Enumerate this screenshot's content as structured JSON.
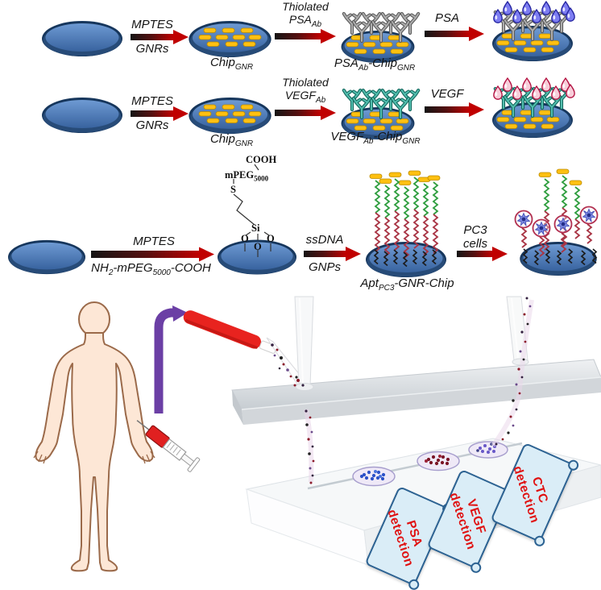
{
  "colors": {
    "chip_fill": "#38639f",
    "chip_edge": "#16365c",
    "gnr_gold": "#fec011",
    "arrow_red": "#c00000",
    "antibody_gray": "#adadad",
    "antibody_teal": "#52bdae",
    "psa_drop_blue": "#7d7df2",
    "vegf_drop_pink": "#f7cdd9",
    "dna_green": "#2f9e3f",
    "dna_red": "#a93545",
    "cell_blue": "#7e8ce4",
    "purple_arrow": "#6b3fa5",
    "blood_red": "#e8231f",
    "scroll_fill": "#daedf7",
    "scroll_border": "#2c6292",
    "scroll_text": "#e01212",
    "skin": "#fde7d6",
    "skin_outline": "#9b6a4a"
  },
  "row1": {
    "step1": {
      "above": "MPTES",
      "below": "GNRs"
    },
    "chip_gnr_label": {
      "main": "Chip",
      "sub": "GNR"
    },
    "step2": {
      "line1": "Thiolated",
      "line2_main": "PSA",
      "line2_sub": "Ab"
    },
    "chip_ab_label": {
      "p1": "PSA",
      "s1": "Ab",
      "p2": "-Chip",
      "s2": "GNR"
    },
    "step3": "PSA"
  },
  "row2": {
    "step1": {
      "above": "MPTES",
      "below": "GNRs"
    },
    "chip_gnr_label": {
      "main": "Chip",
      "sub": "GNR"
    },
    "step2": {
      "line1": "Thiolated",
      "line2_main": "VEGF",
      "line2_sub": "Ab"
    },
    "chip_ab_label": {
      "p1": "VEGF",
      "s1": "Ab",
      "p2": "-Chip",
      "s2": "GNR"
    },
    "step3": "VEGF"
  },
  "row3": {
    "step1_above": "MPTES",
    "step1_below": {
      "p1": "NH",
      "s1": "2",
      "p2": "-mPEG",
      "s2": "5000",
      "p3": "-COOH"
    },
    "silane": {
      "cooh": "COOH",
      "mpeg": "mPEG",
      "mpeg_sub": "5000",
      "s": "S",
      "si": "Si",
      "o_left": "O",
      "o_right": "O",
      "o_bottom": "O"
    },
    "step2": {
      "above": "ssDNA",
      "below": "GNPs"
    },
    "apt_chip_label": {
      "p1": "Apt",
      "s1": "PC3",
      "p2": "-GNR-Chip"
    },
    "step3": {
      "line1": "PC3",
      "line2": "cells"
    }
  },
  "device": {
    "scrolls": [
      {
        "line1": "PSA",
        "line2": "detection"
      },
      {
        "line1": "VEGF",
        "line2": "detection"
      },
      {
        "line1": "CTC",
        "line2": "detection"
      }
    ]
  }
}
